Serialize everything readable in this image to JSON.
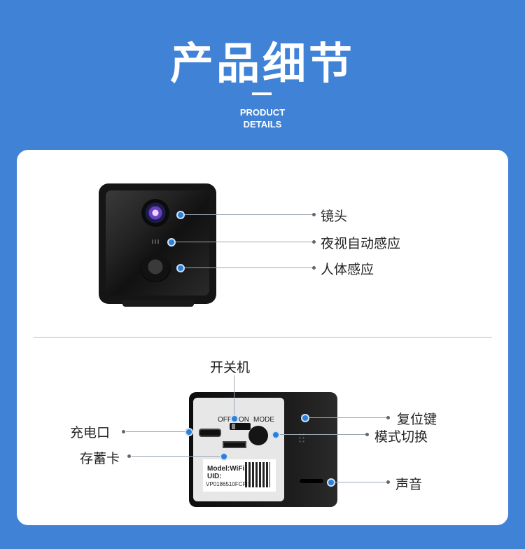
{
  "header": {
    "title": "产品细节",
    "subtitle_line1": "PRODUCT",
    "subtitle_line2": "DETAILS"
  },
  "colors": {
    "background": "#3f82d6",
    "card": "#ffffff",
    "dot": "#2d7fd8"
  },
  "front_callouts": [
    {
      "label": "镜头"
    },
    {
      "label": "夜视自动感应"
    },
    {
      "label": "人体感应"
    }
  ],
  "back_callouts": {
    "power_switch": "开关机",
    "charging_port": "充电口",
    "memory_card": "存蓄卡",
    "reset_key": "复位键",
    "mode_switch": "模式切换",
    "sound": "声音"
  },
  "device_labels": {
    "off": "OFF",
    "on": "ON",
    "mode": "MODE",
    "model": "Model:WiFi",
    "uid": "UID:",
    "serial": "VP0186510FCPE"
  }
}
